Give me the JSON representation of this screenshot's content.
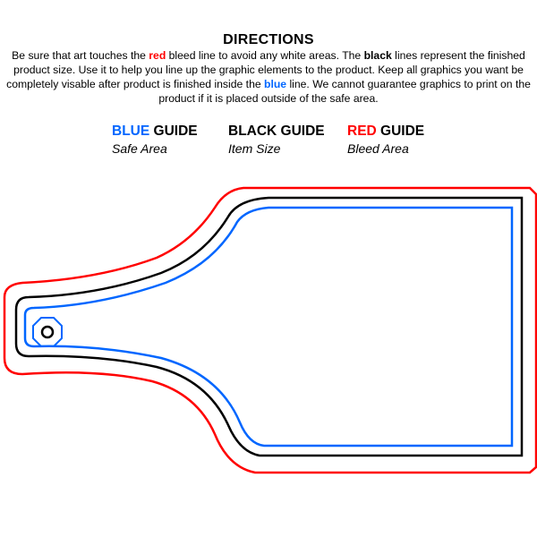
{
  "title": "DIRECTIONS",
  "paragraph": {
    "p1": "Be sure that art touches the ",
    "red_word": "red",
    "p2": " bleed line to avoid any white areas. The ",
    "black_word": "black",
    "p3": " lines represent the finished product size. Use it to help you line  up the graphic elements to the product. Keep all  graphics you want be completely visable after product is finished inside the ",
    "blue_word": "blue",
    "p4": " line. We cannot guarantee graphics to print on the product if it is placed outside of the safe area."
  },
  "guides": [
    {
      "color_word": "BLUE",
      "word": " GUIDE",
      "sub": "Safe Area",
      "color": "#0066ff"
    },
    {
      "color_word": "BLACK",
      "word": " GUIDE",
      "sub": "Item Size",
      "color": "#000000"
    },
    {
      "color_word": "RED",
      "word": " GUIDE",
      "sub": "Bleed Area",
      "color": "#ff0000"
    }
  ]
}
